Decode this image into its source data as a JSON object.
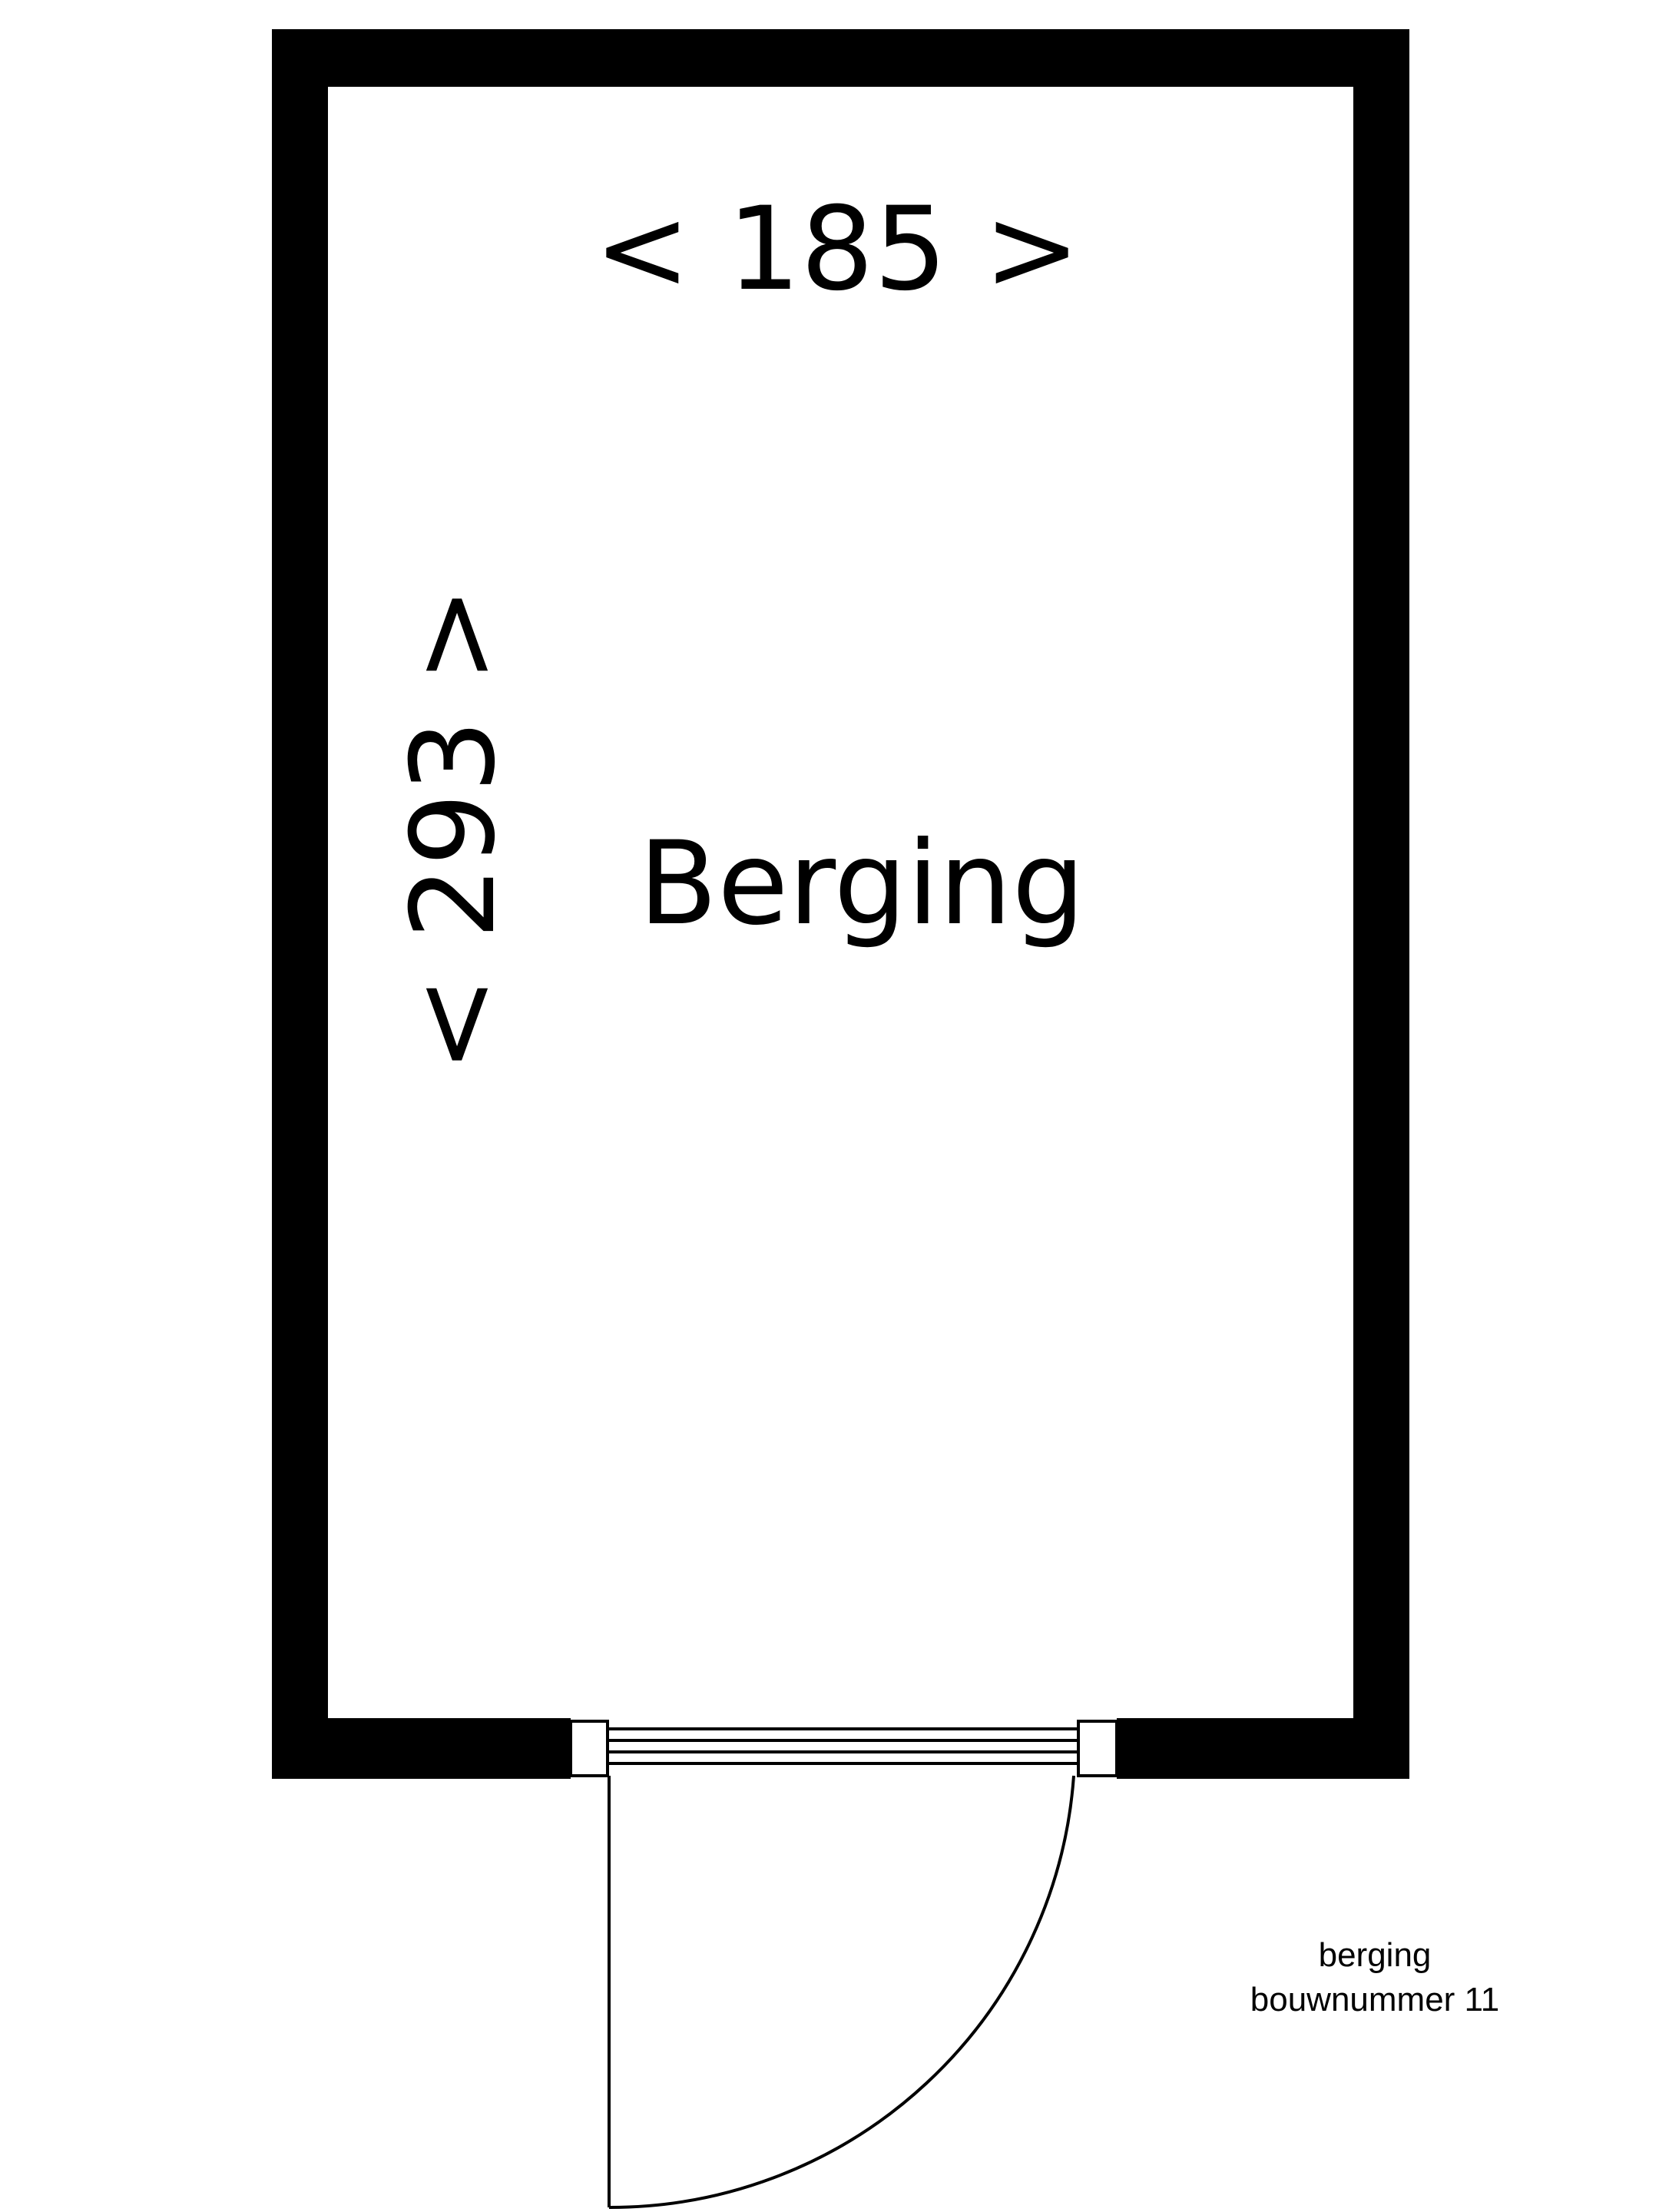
{
  "plan": {
    "width_label": "< 185 >",
    "depth_label": "< 293 >",
    "room_name": "Berging"
  },
  "caption": {
    "line1": "berging",
    "line2": "bouwnummer 11"
  },
  "colors": {
    "wall": "#000000",
    "background": "#ffffff"
  }
}
